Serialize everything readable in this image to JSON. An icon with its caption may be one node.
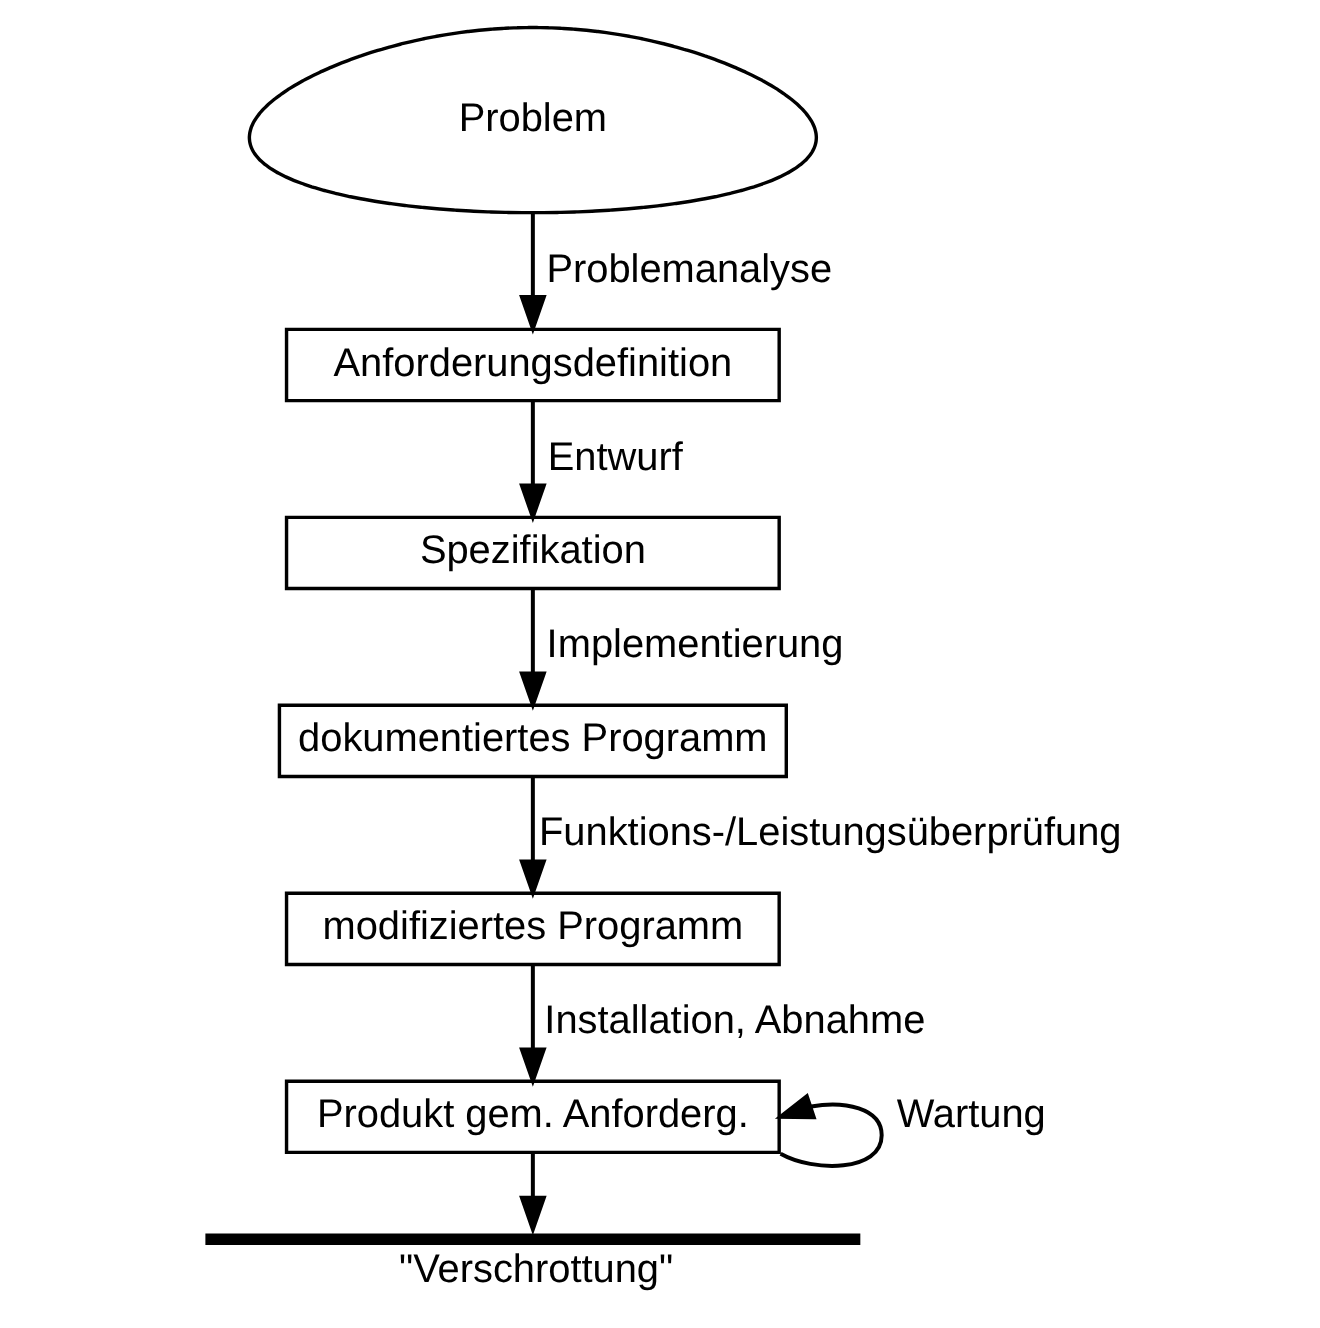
{
  "diagram": {
    "nodes": [
      {
        "text": [
          "Problem"
        ]
      },
      {
        "text": [
          "Anforderungsdefinition"
        ]
      },
      {
        "text": [
          "Spezifikation"
        ]
      },
      {
        "text": [
          "dokumentiertes Programm"
        ]
      },
      {
        "text": [
          "modifiziertes Programm"
        ]
      },
      {
        "text": [
          "Produkt gem. Anforderg."
        ]
      },
      {
        "text": [
          "\"Verschrottung\""
        ]
      }
    ],
    "edges": [
      {
        "from": 0,
        "to": 1,
        "arrow": "to",
        "label": "Problemanalyse"
      },
      {
        "from": 1,
        "to": 2,
        "arrow": "to",
        "label": "Entwurf"
      },
      {
        "from": 2,
        "to": 3,
        "arrow": "to",
        "label": "Implementierung"
      },
      {
        "from": 3,
        "to": 4,
        "arrow": "to",
        "label": "Funktions-/Leistungsüberprüfung"
      },
      {
        "from": 4,
        "to": 5,
        "arrow": "to",
        "label": "Installation, Abnahme"
      },
      {
        "from": 5,
        "to": 5,
        "arrow": "to",
        "label": "Wartung"
      },
      {
        "from": 5,
        "to": 6,
        "arrow": "to"
      }
    ]
  }
}
